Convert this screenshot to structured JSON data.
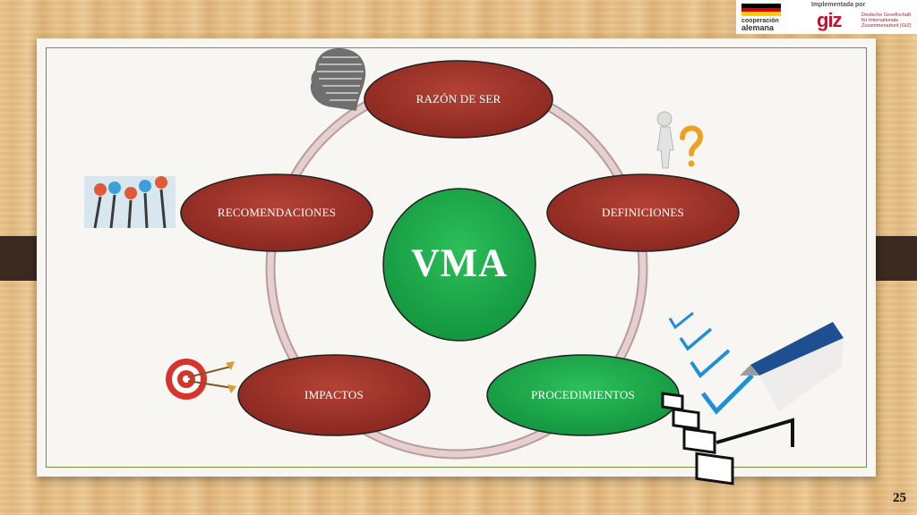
{
  "logo": {
    "implemented_by": "Implementada por",
    "cooperation_line1": "cooperación",
    "cooperation_line2": "alemana",
    "giz": "giz",
    "giz_sub": "Deutsche Gesellschaft für Internationale Zusammenarbeit (GIZ)"
  },
  "diagram": {
    "center": {
      "label": "VMA",
      "color": "#17a74a"
    },
    "nodes": [
      {
        "id": "razon",
        "label": "RAZÓN DE SER",
        "color": "#9b2f25"
      },
      {
        "id": "definiciones",
        "label": "DEFINICIONES",
        "color": "#9b2f25"
      },
      {
        "id": "procedimientos",
        "label": "PROCEDIMIENTOS",
        "color": "#1fa848"
      },
      {
        "id": "impactos",
        "label": "IMPACTOS",
        "color": "#9b2f25"
      },
      {
        "id": "recomendaciones",
        "label": "RECOMENDACIONES",
        "color": "#9b2f25"
      }
    ],
    "ring_color": "#dcbcbc"
  },
  "icons": [
    "head-words-icon",
    "question-person-icon",
    "thumbs-up-hands-icon",
    "checklist-pen-icon",
    "target-arrows-icon"
  ],
  "slide": {
    "page_number": "25"
  }
}
